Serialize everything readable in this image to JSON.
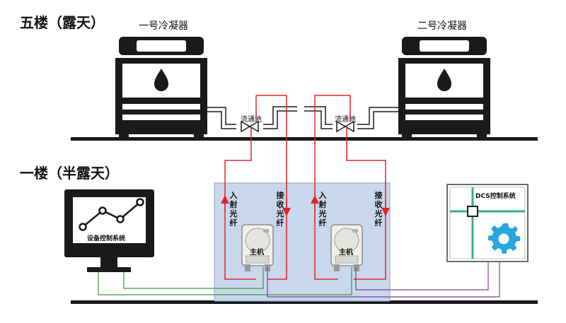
{
  "floors": {
    "fifth": "五楼（露天）",
    "first": "一楼（半露天）"
  },
  "condensers": [
    {
      "label": "一号冷凝器"
    },
    {
      "label": "二号冷凝器"
    }
  ],
  "flow_pools": [
    "流通池",
    "流通池"
  ],
  "analyzers": [
    {
      "host_label": "主机",
      "input_fiber": "入射光纤",
      "receive_fiber": "接收光纤"
    },
    {
      "host_label": "主机",
      "input_fiber": "入射光纤",
      "receive_fiber": "接收光纤"
    }
  ],
  "equipment_control": "设备控制系统",
  "dcs_control": "DCS控制系统",
  "colors": {
    "fiber": "#e0262a",
    "signal_green": "#3a9a3a",
    "signal_purple": "#7a3f9a",
    "enclosure_fill": "#c8d7ec",
    "enclosure_border": "#8aa3c8",
    "gear": "#27a7e0",
    "frame": "#1a1a1a"
  },
  "icons": [
    "cooling-tower-icon",
    "water-drop-icon",
    "valve-icon",
    "monitor-icon",
    "line-chart-icon",
    "gear-icon",
    "analyzer-host-icon"
  ]
}
